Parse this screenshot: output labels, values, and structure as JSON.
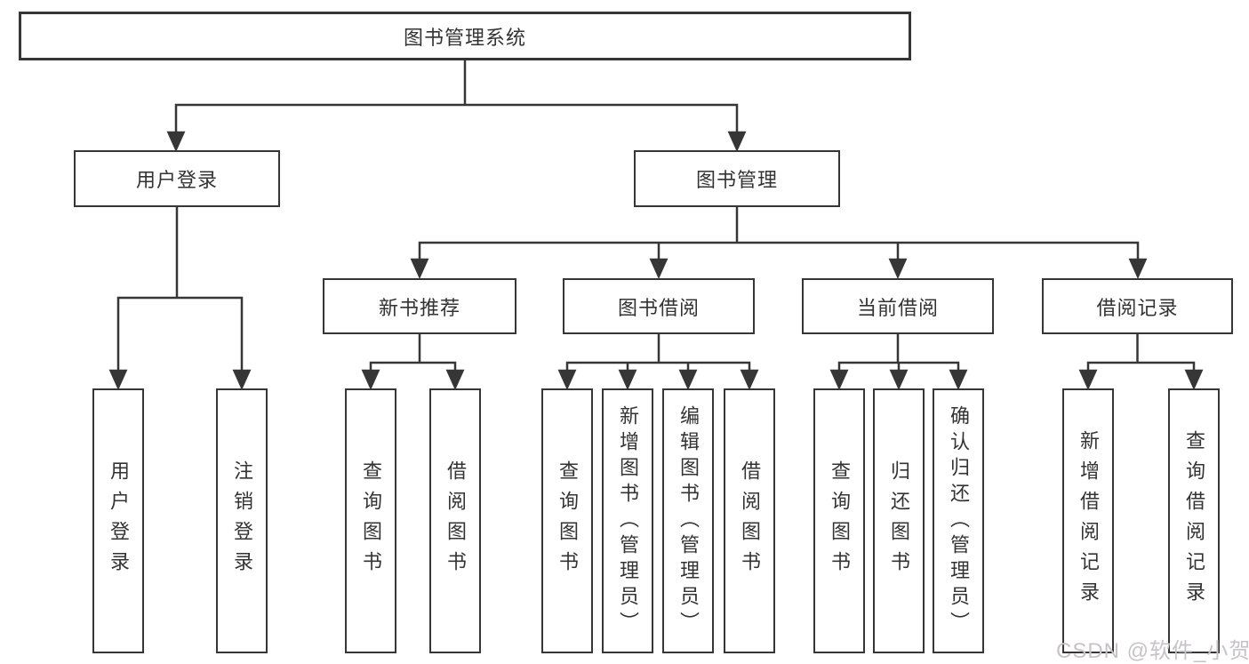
{
  "tree": {
    "root": {
      "label": "图书管理系统",
      "children": [
        {
          "label": "用户登录",
          "children": [
            {
              "label": "用户登录"
            },
            {
              "label": "注销登录"
            }
          ]
        },
        {
          "label": "图书管理",
          "children": [
            {
              "label": "新书推荐",
              "children": [
                {
                  "label": "查询图书"
                },
                {
                  "label": "借阅图书"
                }
              ]
            },
            {
              "label": "图书借阅",
              "children": [
                {
                  "label": "查询图书"
                },
                {
                  "label": "新增图书（管理员）"
                },
                {
                  "label": "编辑图书（管理员）"
                },
                {
                  "label": "借阅图书"
                }
              ]
            },
            {
              "label": "当前借阅",
              "children": [
                {
                  "label": "查询图书"
                },
                {
                  "label": "归还图书"
                },
                {
                  "label": "确认归还（管理员）"
                }
              ]
            },
            {
              "label": "借阅记录",
              "children": [
                {
                  "label": "新增借阅记录"
                },
                {
                  "label": "查询借阅记录"
                }
              ]
            }
          ]
        }
      ]
    }
  },
  "watermark": {
    "text": "CSDN @软件_小贺同学"
  },
  "colors": {
    "line": "#363636",
    "box_border": "#363636",
    "text": "#333333",
    "background": "#ffffff",
    "watermark": "#c9c2c7"
  }
}
